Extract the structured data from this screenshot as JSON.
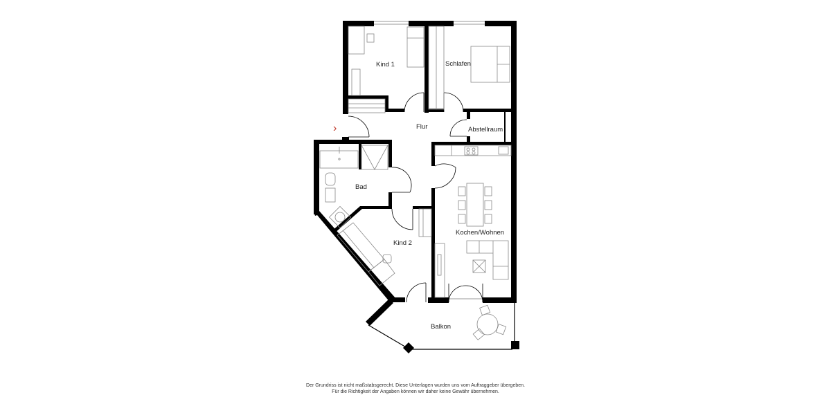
{
  "floorplan": {
    "rooms": [
      {
        "id": "kind1",
        "label": "Kind 1"
      },
      {
        "id": "schlafen",
        "label": "Schlafen"
      },
      {
        "id": "flur",
        "label": "Flur"
      },
      {
        "id": "abstellraum",
        "label": "Abstellraum"
      },
      {
        "id": "bad",
        "label": "Bad"
      },
      {
        "id": "kind2",
        "label": "Kind 2"
      },
      {
        "id": "kochen_wohnen",
        "label": "Kochen/Wohnen"
      },
      {
        "id": "balkon",
        "label": "Balkon"
      }
    ],
    "entrance_marker": "›",
    "colors": {
      "wall": "#000000",
      "furniture": "#888888",
      "entrance": "#c0392b",
      "background": "#ffffff"
    }
  },
  "disclaimer": {
    "line1": "Der Grundriss ist nicht maßstabsgerecht. Diese Unterlagen wurden uns vom Auftraggeber übergeben.",
    "line2": "Für die Richtigkeit der Angaben können wir daher keine Gewähr übernehmen."
  }
}
